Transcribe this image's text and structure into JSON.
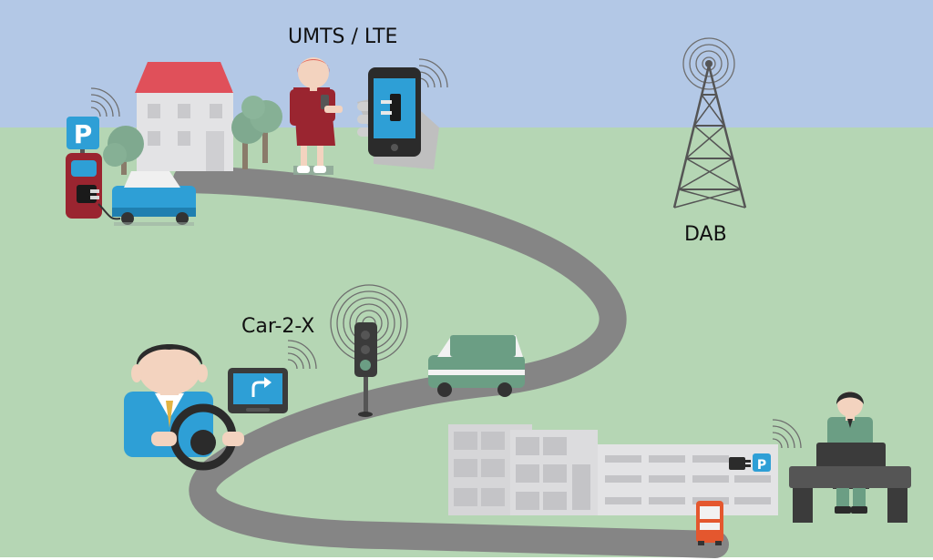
{
  "labels": {
    "umts_lte": "UMTS / LTE",
    "dab": "DAB",
    "car2x": "Car-2-X"
  },
  "signs": {
    "parking": "P"
  },
  "icons": {
    "parking_sign": "parking-sign-icon",
    "charging_station": "ev-charging-station-icon",
    "smartphone": "smartphone-icon",
    "radio_tower": "radio-tower-icon",
    "traffic_light": "traffic-light-icon",
    "navigation": "navigation-display-icon",
    "signal_waves": "signal-waves-icon"
  },
  "colors": {
    "sky": "#b3c8e6",
    "grass": "#b5d6b4",
    "road": "#858585",
    "accent_blue": "#2e9fd6",
    "roof_red": "#e0505a",
    "charger_red": "#9a2530",
    "car_green": "#6b9e84",
    "bus_orange": "#e4572e"
  }
}
